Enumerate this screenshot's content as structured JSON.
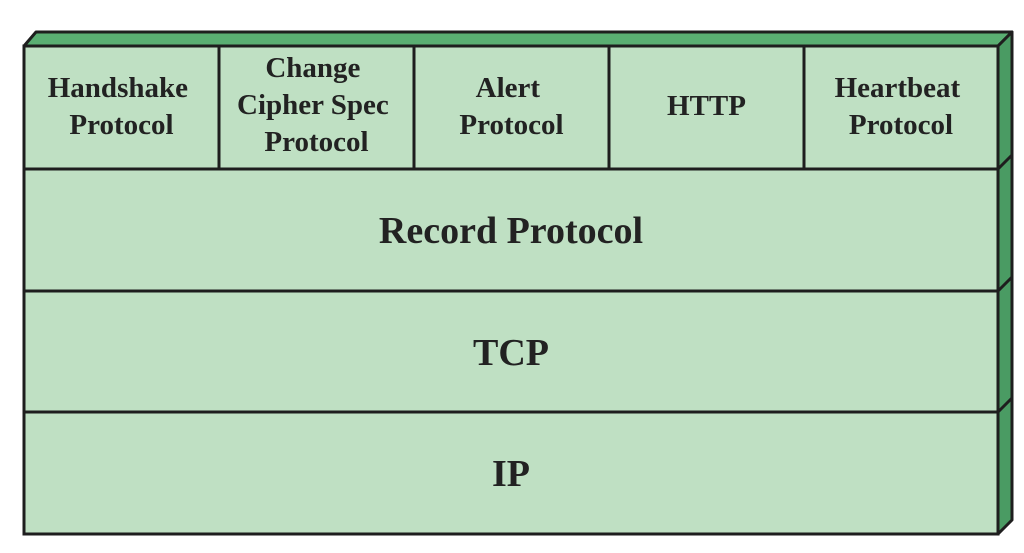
{
  "diagram": {
    "top_layer": [
      {
        "id": "handshake",
        "lines": [
          "Handshake",
          "Protocol"
        ]
      },
      {
        "id": "change-cipher-spec",
        "lines": [
          "Change",
          "Cipher Spec",
          "Protocol"
        ]
      },
      {
        "id": "alert",
        "lines": [
          "Alert",
          "Protocol"
        ]
      },
      {
        "id": "http",
        "lines": [
          "HTTP"
        ]
      },
      {
        "id": "heartbeat",
        "lines": [
          "Heartbeat",
          "Protocol"
        ]
      }
    ],
    "record_layer": "Record Protocol",
    "tcp_layer": "TCP",
    "ip_layer": "IP"
  },
  "colors": {
    "layer_fill": "#bfe0c3",
    "side_fill": "#4a9b63",
    "top_edge_fill": "#5aae72",
    "stroke": "#1e1e1e"
  }
}
